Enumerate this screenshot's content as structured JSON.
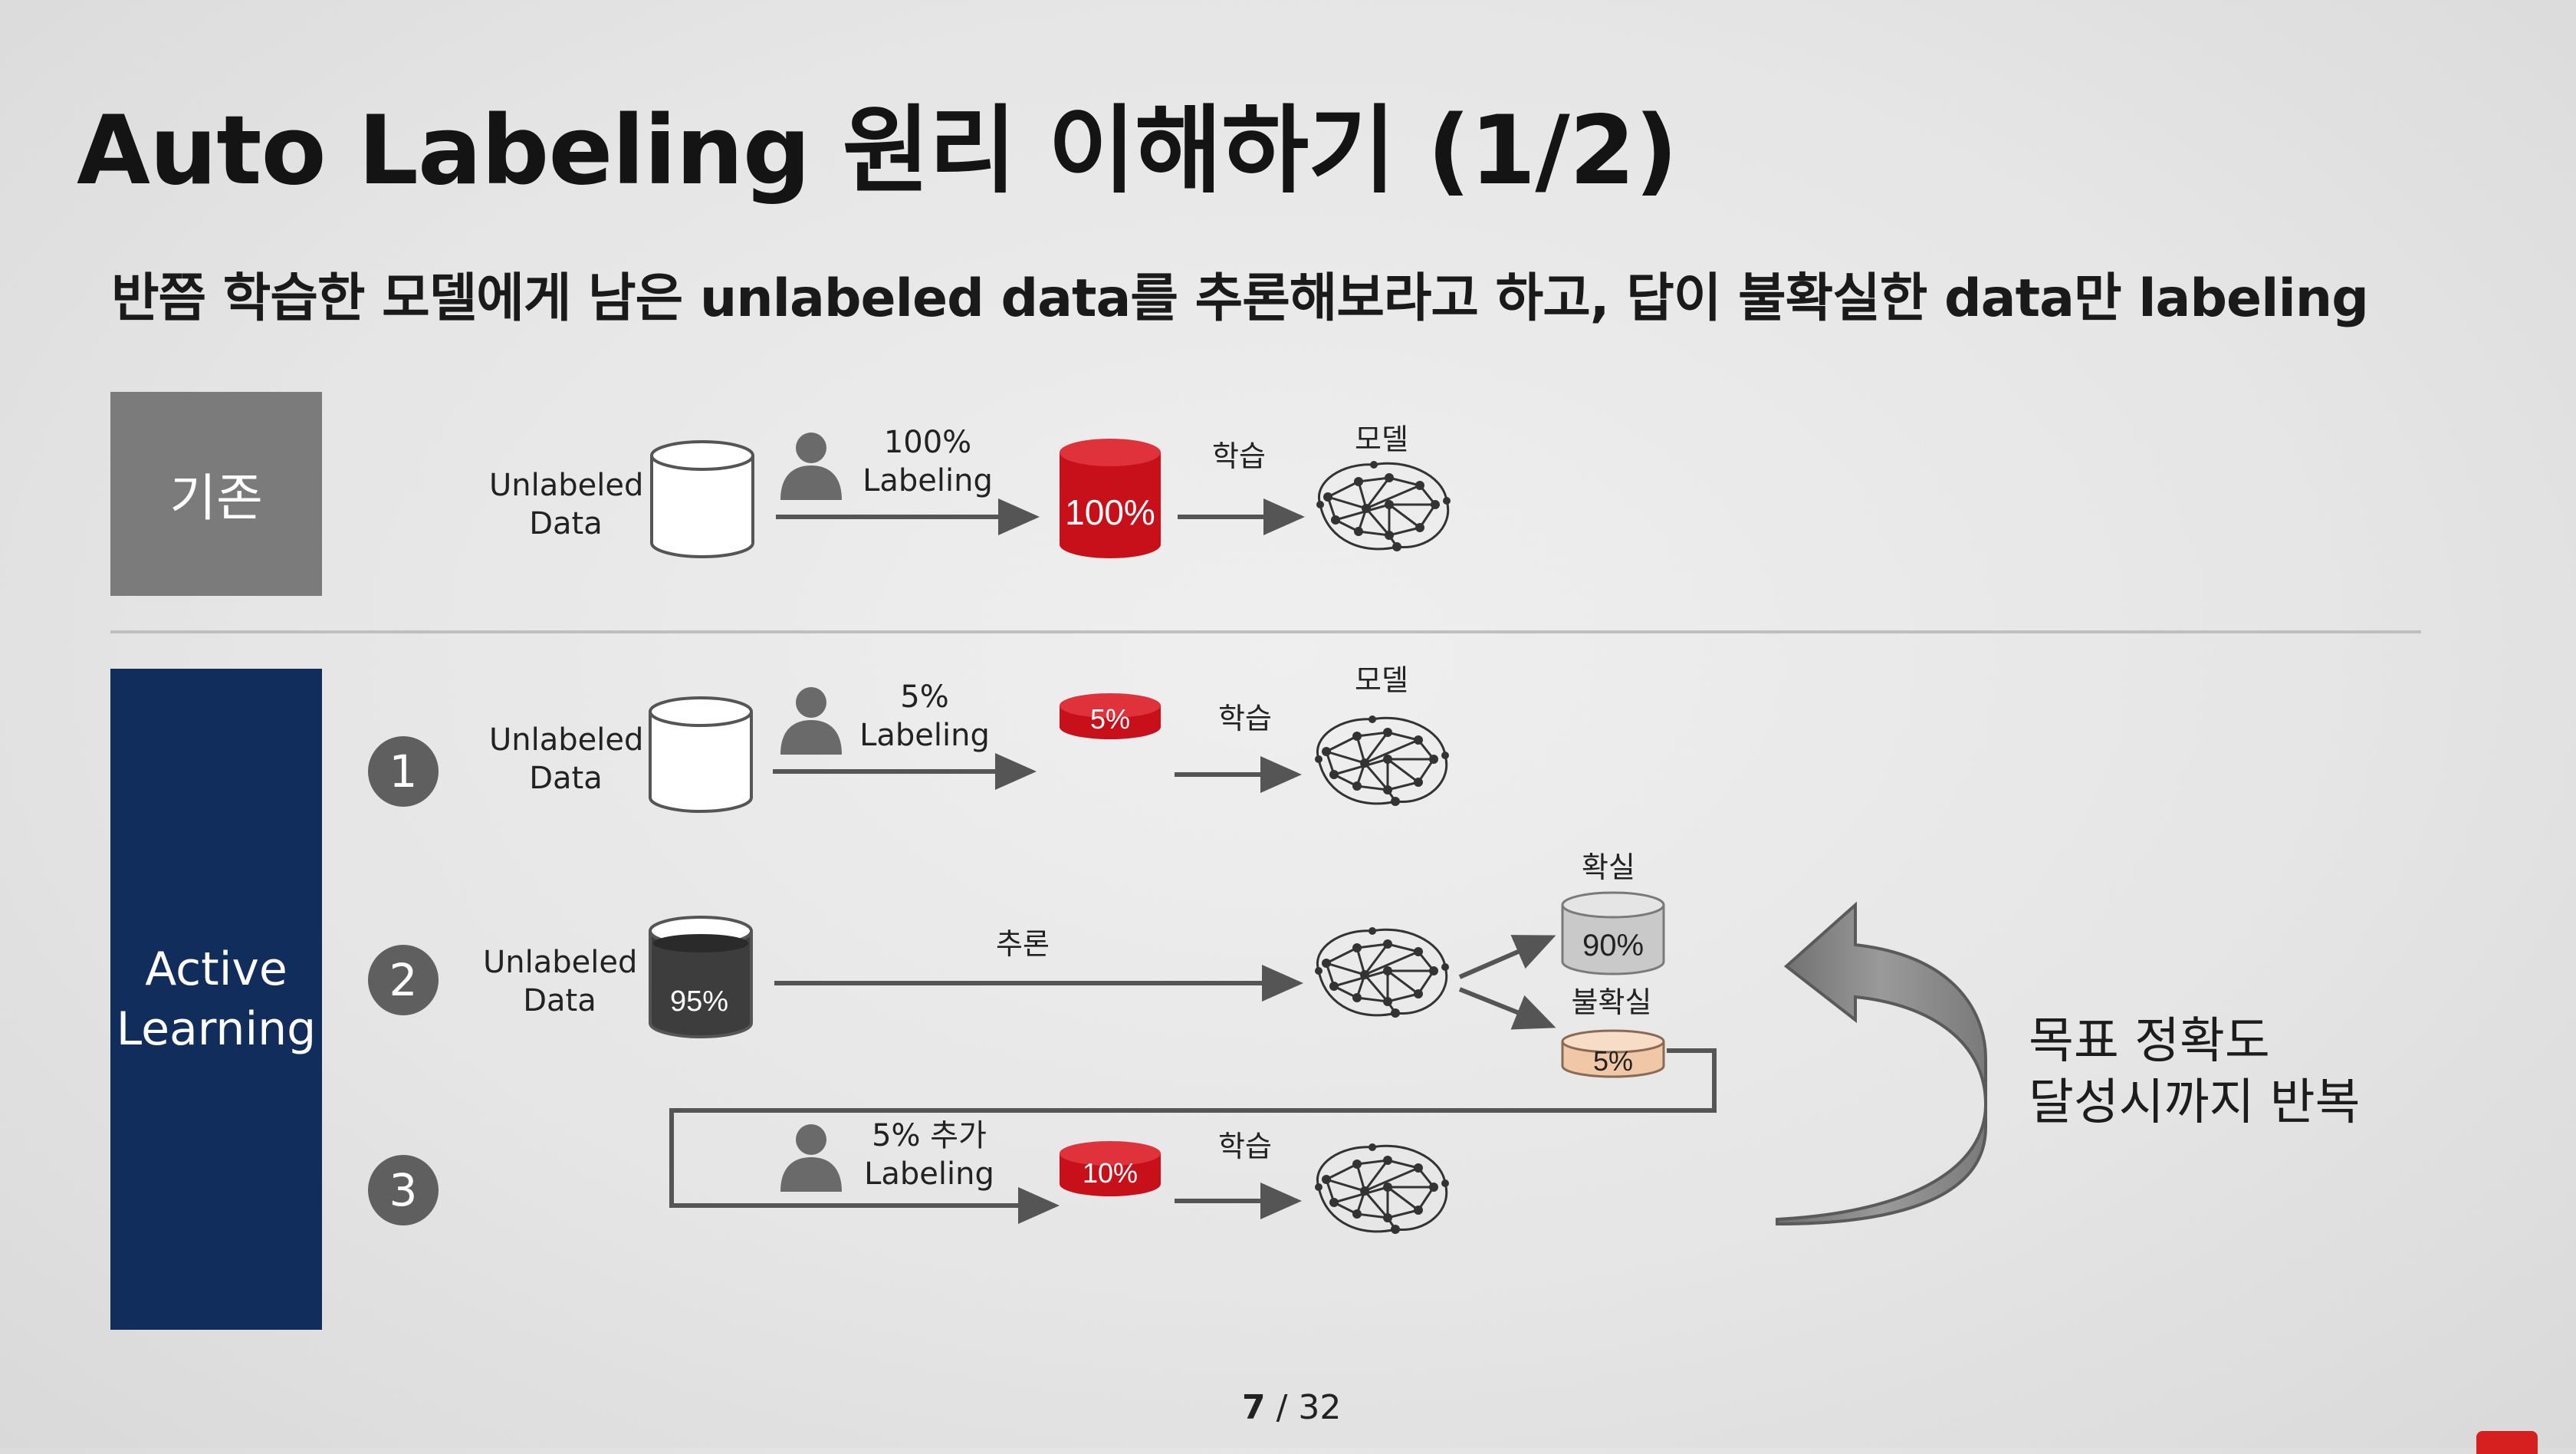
{
  "title": "Auto Labeling 원리 이해하기 (1/2)",
  "subtitle": "반쯤 학습한 모델에게 남은 unlabeled data를 추론해보라고 하고, 답이 불확실한 data만 labeling",
  "blocks": {
    "existing": "기존",
    "active": [
      "Active",
      "Learning"
    ]
  },
  "steps": [
    "1",
    "2",
    "3"
  ],
  "labels": {
    "unlabeled_data": [
      "Unlabeled",
      "Data"
    ],
    "row0_labeling": [
      "100%",
      "Labeling"
    ],
    "row1_labeling": [
      "5%",
      "Labeling"
    ],
    "row3_labeling": [
      "5% 추가",
      "Labeling"
    ],
    "train": "학습",
    "model": "모델",
    "inference": "추론",
    "certain": "확실",
    "uncertain": "불확실"
  },
  "cylinders": {
    "full": "100%",
    "five": "5%",
    "ninety_five": "95%",
    "ninety": "90%",
    "five_uncertain": "5%",
    "ten": "10%"
  },
  "goal": [
    "목표 정확도",
    "달성시까지 반복"
  ],
  "pager": {
    "current": "7",
    "total": "/ 32"
  },
  "colors": {
    "red": "#c8101a",
    "navy": "#112d5c",
    "gray_block": "#7b7b7b",
    "peach": "#f0c8a8",
    "dark_cyl": "#3d3d3d"
  }
}
